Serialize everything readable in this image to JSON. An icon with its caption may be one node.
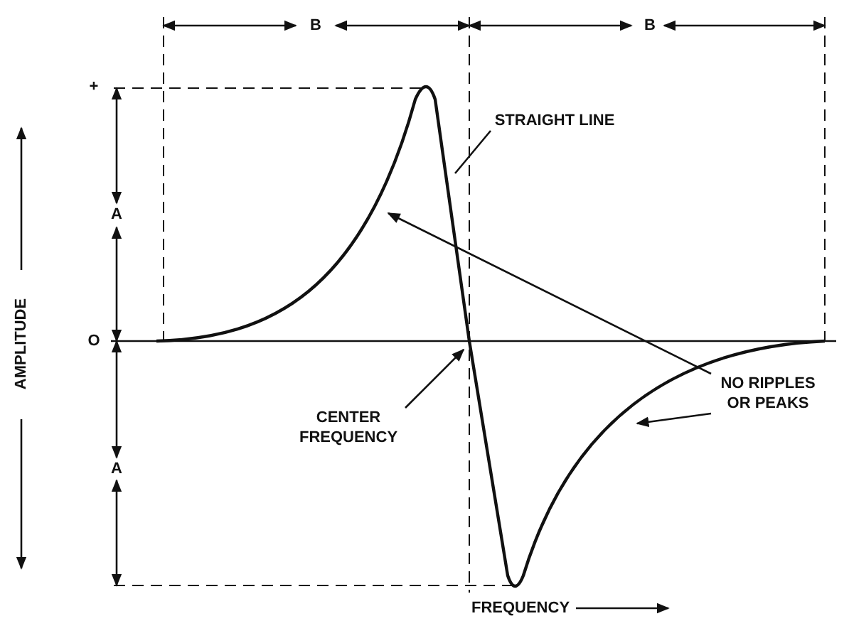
{
  "diagram": {
    "nodes": [
      {
        "text": [
          "STRAIGHT LINE"
        ]
      },
      {
        "text": [
          "CENTER FREQUENCY"
        ]
      },
      {
        "text": [
          "NO RIPPLES OR PEAKS"
        ]
      }
    ],
    "edges": [
      {
        "from": 0,
        "to": null,
        "arrow": "none"
      },
      {
        "from": 1,
        "to": null,
        "arrow": "to"
      },
      {
        "from": 2,
        "to": null,
        "arrow": "to"
      },
      {
        "from": 2,
        "to": null,
        "arrow": "to"
      }
    ],
    "labels": [
      "B",
      "B",
      "+",
      "A",
      "AMPLITUDE",
      "O",
      "A",
      "FREQUENCY"
    ]
  }
}
